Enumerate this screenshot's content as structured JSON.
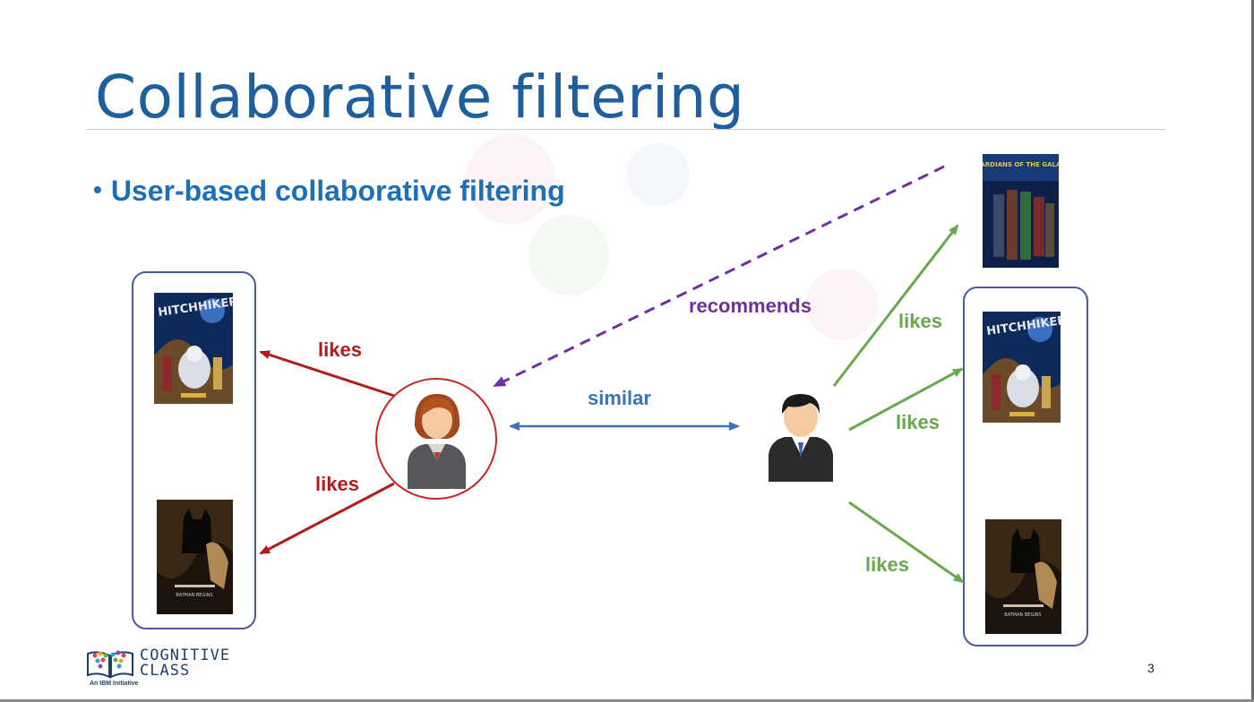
{
  "slide": {
    "title": "Collaborative filtering",
    "bullet": "User-based collaborative filtering",
    "page_number": "3"
  },
  "labels": {
    "likes_top_left": "likes",
    "likes_bottom_left": "likes",
    "similar": "similar",
    "recommends": "recommends",
    "likes_right_1": "likes",
    "likes_right_2": "likes",
    "likes_right_3": "likes"
  },
  "posters": {
    "hitchhiker_title": "HITCHHIKER",
    "batman_title": "BATMAN BEGINS",
    "guardians_title": "GUARDIANS OF THE GALAXY"
  },
  "logo": {
    "line1": "COGNITIVE",
    "line2": "CLASS",
    "tagline": "An IBM Initiative"
  },
  "colors": {
    "title": "#1f5f9e",
    "bullet": "#1f6fb6",
    "likes_left": "#b01c1c",
    "likes_right": "#6aa84f",
    "similar": "#3d72b8",
    "recommends": "#7030a0",
    "box_border": "#4a5a9a"
  },
  "icons": [
    "female-user-icon",
    "male-user-icon",
    "cognitive-class-logo-icon"
  ]
}
